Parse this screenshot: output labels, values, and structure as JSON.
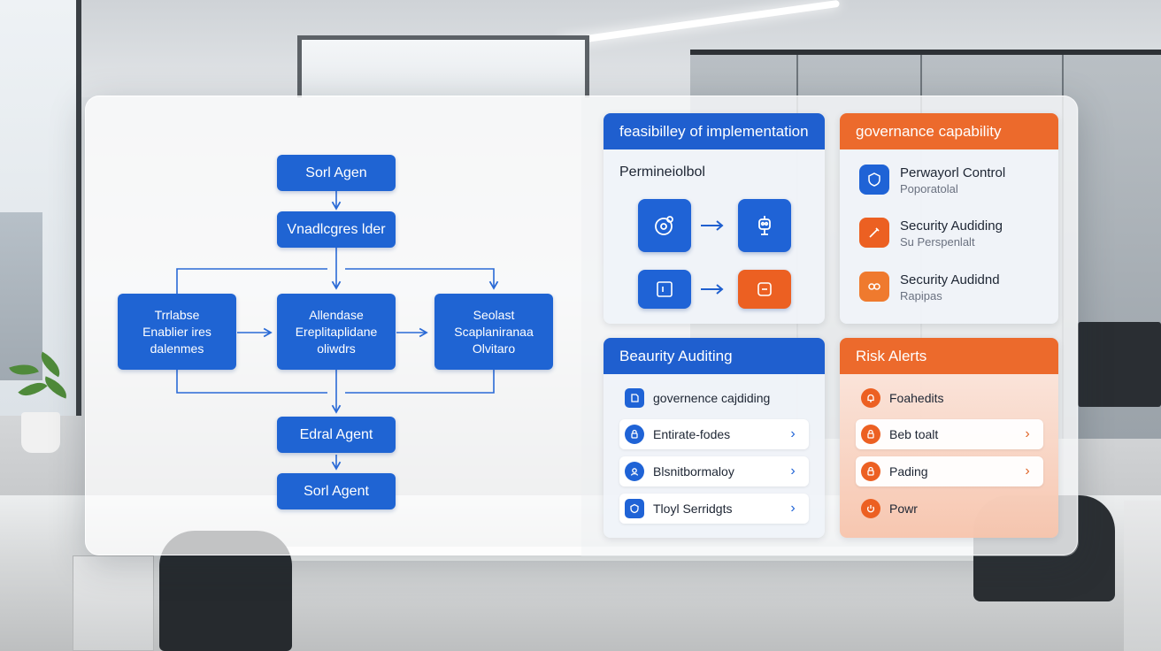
{
  "flowchart": {
    "top_node": "Sorl Agen",
    "second_node": "Vnadlcgres lder",
    "left_node": [
      "Trrlabse",
      "Enablier ires",
      "dalenmes"
    ],
    "center_node": [
      "Allendase",
      "Ereplitaplidane",
      "oliwdrs"
    ],
    "right_node": [
      "Seolast",
      "Scaplaniranaa",
      "Olvitaro"
    ],
    "lower_node": "Edral Agent",
    "bottom_node": "Sorl Agent"
  },
  "feasibility": {
    "title": "feasibilley of implementation",
    "subtitle": "Permineiolbol"
  },
  "governance": {
    "title": "governance capability",
    "items": [
      {
        "title": "Perwayorl Control",
        "sub": "Poporatolal",
        "icon": "shield-icon"
      },
      {
        "title": "Security Audiding",
        "sub": "Su Perspenlalt",
        "icon": "wrench-icon"
      },
      {
        "title": "Security Audidnd",
        "sub": "Rapipas",
        "icon": "key-icon"
      }
    ]
  },
  "security": {
    "title": "Beaurity Auditing",
    "items": [
      {
        "label": "governence cajdiding",
        "icon": "document-icon",
        "boxed": false
      },
      {
        "label": "Entirate-fodes",
        "icon": "lock-icon",
        "boxed": true
      },
      {
        "label": "Blsnitbormaloy",
        "icon": "user-icon",
        "boxed": true
      },
      {
        "label": "Tloyl Serridgts",
        "icon": "shield-icon",
        "boxed": true
      }
    ]
  },
  "alerts": {
    "title": "Risk Alerts",
    "items": [
      {
        "label": "Foahedits",
        "icon": "bell-icon",
        "boxed": false
      },
      {
        "label": "Beb toalt",
        "icon": "lock-icon",
        "boxed": true
      },
      {
        "label": "Pading",
        "icon": "lock-icon",
        "boxed": true
      },
      {
        "label": "Powr",
        "icon": "power-icon",
        "boxed": false
      }
    ]
  },
  "colors": {
    "blue": "#1f63d6",
    "orange": "#ec6022"
  }
}
